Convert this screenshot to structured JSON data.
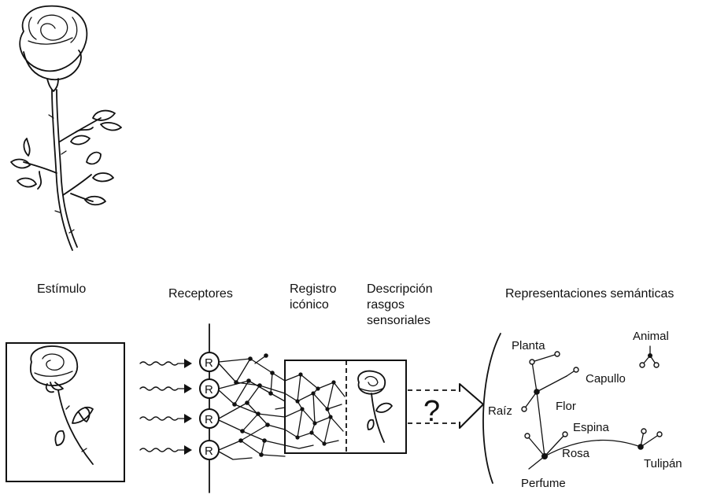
{
  "labels": {
    "stimulus": "Estímulo",
    "receptors": "Receptores",
    "iconic_registry_line1": "Registro",
    "iconic_registry_line2": "icónico",
    "sensory_description_line1": "Descripción",
    "sensory_description_line2": "rasgos",
    "sensory_description_line3": "sensoriales",
    "semantic_representations": "Representaciones semánticas",
    "question_mark": "?"
  },
  "receptor_symbol": "R",
  "semantic_nodes": {
    "planta": "Planta",
    "animal": "Animal",
    "capullo": "Capullo",
    "flor": "Flor",
    "raiz": "Raíz",
    "espina": "Espina",
    "rosa": "Rosa",
    "tulipan": "Tulipán",
    "perfume": "Perfume"
  },
  "colors": {
    "ink": "#111111",
    "background": "#ffffff"
  },
  "icons": [
    "rose-illustration",
    "wavy-arrow-icon",
    "hollow-arrow-icon"
  ]
}
